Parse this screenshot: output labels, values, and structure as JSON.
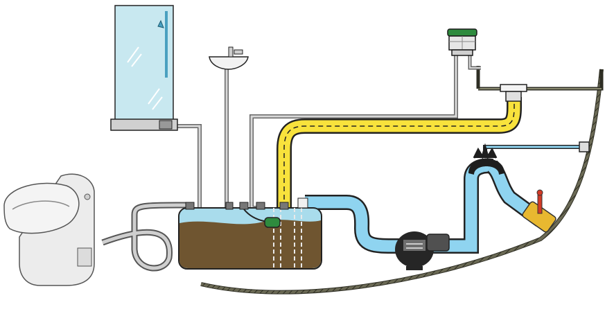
{
  "diagram": {
    "components": [
      {
        "id": "toilet",
        "icon": "toilet-icon"
      },
      {
        "id": "shower",
        "icon": "shower-icon"
      },
      {
        "id": "washbasin",
        "icon": "washbasin-icon"
      },
      {
        "id": "holding-tank",
        "icon": "tank-icon"
      },
      {
        "id": "level-sensor",
        "icon": "float-switch-icon"
      },
      {
        "id": "vent-filter",
        "icon": "vent-filter-icon"
      },
      {
        "id": "deck-fitting",
        "icon": "deck-fitting-icon"
      },
      {
        "id": "discharge-pump",
        "icon": "pump-icon"
      },
      {
        "id": "vented-loop",
        "icon": "vented-loop-icon"
      },
      {
        "id": "seacock",
        "icon": "valve-icon"
      },
      {
        "id": "hull",
        "icon": "hull-icon"
      }
    ],
    "colors": {
      "tank_waste": "#6f5530",
      "tank_water": "#a9dcec",
      "waste_hose": "#f8e23c",
      "discharge_hose": "#8fd4f0",
      "vent_filter_cap": "#2e8b3e",
      "valve_body": "#e8b830",
      "valve_handle": "#d23a26",
      "hull_stroke": "#4a4a3a",
      "outline": "#1e1e1e",
      "glass": "#c8e8f0",
      "porcelain": "#ececec"
    }
  }
}
